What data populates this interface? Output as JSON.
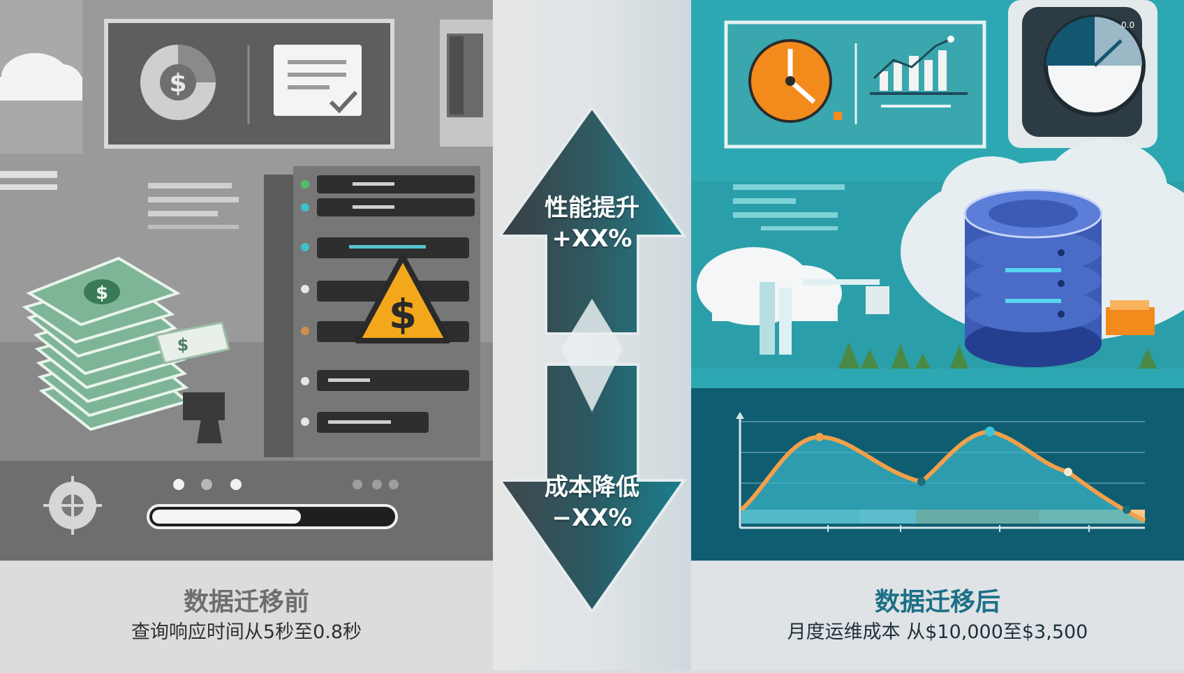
{
  "left": {
    "title": "数据迁移前",
    "subtitle": "查询响应时间从5秒至0.8秒",
    "progress": 0.62
  },
  "center": {
    "up": {
      "line1": "性能提升",
      "line2": "+XX%"
    },
    "down": {
      "line1": "成本降低",
      "line2": "−XX%"
    }
  },
  "right": {
    "title": "数据迁移后",
    "subtitle": "月度运维成本 从$10,000至$3,500",
    "gauge_label": "0.0"
  },
  "icons": {
    "left": [
      "cloud-icon",
      "dollar-coin-icon",
      "document-check-icon",
      "money-stack-icon",
      "warning-dollar-icon",
      "server-rack-icon",
      "network-node-icon"
    ],
    "right": [
      "clock-icon",
      "bar-chart-icon",
      "gauge-icon",
      "cloud-icon",
      "database-icon"
    ]
  },
  "colors": {
    "teal": "#2aa2ad",
    "dark_teal": "#0f5d70",
    "orange": "#f28a1c",
    "warning": "#f3a81c",
    "db_blue": "#3b5bb5"
  }
}
